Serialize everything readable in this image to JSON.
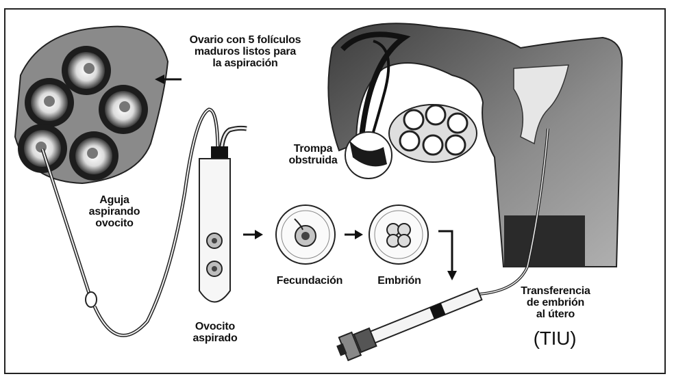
{
  "diagram": {
    "labels": {
      "ovary": "Ovario con 5 folículos\nmaduros listos para\nla aspiración",
      "needle": "Aguja\naspirando\novocito",
      "aspirated_oocyte": "Ovocito\naspirado",
      "fertilization": "Fecundación",
      "embryo": "Embrión",
      "blocked_tube": "Trompa\nobstruida",
      "transfer": "Transferencia\nde embrión\nal útero",
      "tiu": "(TIU)"
    },
    "colors": {
      "ink": "#111111",
      "tissue_dark": "#2a2a2a",
      "tissue_mid": "#7a7a7a",
      "tissue_light": "#c8c8c8",
      "background": "#ffffff"
    },
    "icons": {
      "arrow_left": "arrow-left-icon",
      "arrow_right": "arrow-right-icon",
      "arrow_down": "arrow-down-icon"
    }
  }
}
